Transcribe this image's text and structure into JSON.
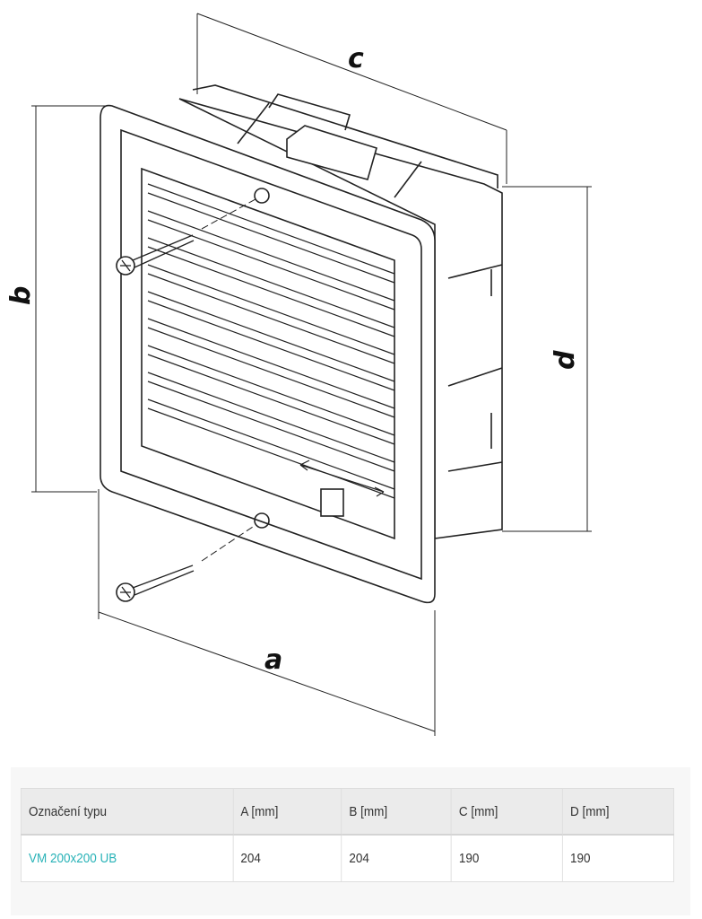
{
  "drawing": {
    "dimension_labels": {
      "a": "a",
      "b": "b",
      "c": "c",
      "d": "d"
    }
  },
  "table": {
    "headers": [
      "Označení typu",
      "A [mm]",
      "B [mm]",
      "C [mm]",
      "D [mm]"
    ],
    "rows": [
      [
        "VM 200x200 UB",
        "204",
        "204",
        "190",
        "190"
      ]
    ]
  },
  "colors": {
    "type_link": "#2ab3b8",
    "header_bg": "#ebebeb",
    "panel_bg": "#f7f7f7"
  }
}
